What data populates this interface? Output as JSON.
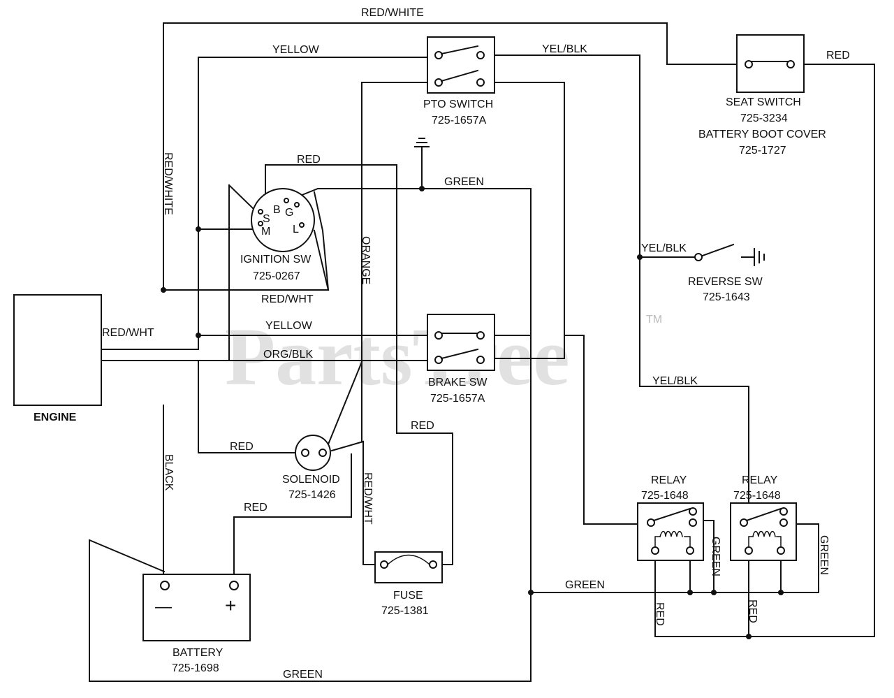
{
  "watermark": {
    "text": "PartsTree",
    "mark": "TM"
  },
  "wires": {
    "red_white_top": "RED/WHITE",
    "yellow_top": "YELLOW",
    "yel_blk_top": "YEL/BLK",
    "red_seat": "RED",
    "red_ignition": "RED",
    "green_ignition": "GREEN",
    "red_white_vertical": "RED/WHITE",
    "orange_vertical": "ORANGE",
    "yel_blk_reverse": "YEL/BLK",
    "red_wht_ignition": "RED/WHT",
    "red_wht_engine": "RED/WHT",
    "yellow_mid": "YELLOW",
    "org_blk": "ORG/BLK",
    "yel_blk_relay": "YEL/BLK",
    "red_fuse": "RED",
    "red_solenoid": "RED",
    "black_vertical": "BLACK",
    "red_wht_fuse": "RED/WHT",
    "red_battery": "RED",
    "green_relay": "GREEN",
    "green_relay1_vertical": "GREEN",
    "green_relay2_vertical": "GREEN",
    "red_relay1_vertical": "RED",
    "red_relay2_vertical": "RED",
    "green_bottom": "GREEN"
  },
  "components": {
    "pto_switch": {
      "name": "PTO SWITCH",
      "part": "725-1657A"
    },
    "seat_switch": {
      "name": "SEAT SWITCH",
      "part": "725-3234",
      "extra_name": "BATTERY BOOT COVER",
      "extra_part": "725-1727"
    },
    "ignition": {
      "name": "IGNITION SW",
      "part": "725-0267",
      "pins": {
        "s": "S",
        "b": "B",
        "g": "G",
        "m": "M",
        "l": "L"
      }
    },
    "reverse_switch": {
      "name": "REVERSE SW",
      "part": "725-1643"
    },
    "engine": {
      "name": "ENGINE"
    },
    "brake_switch": {
      "name": "BRAKE SW",
      "part": "725-1657A"
    },
    "solenoid": {
      "name": "SOLENOID",
      "part": "725-1426"
    },
    "relay1": {
      "name": "RELAY",
      "part": "725-1648"
    },
    "relay2": {
      "name": "RELAY",
      "part": "725-1648"
    },
    "fuse": {
      "name": "FUSE",
      "part": "725-1381"
    },
    "battery": {
      "name": "BATTERY",
      "part": "725-1698",
      "neg": "—",
      "pos": "+"
    }
  },
  "colors": {
    "line": "#111111",
    "background": "#ffffff",
    "watermark": "#c9c9c9"
  }
}
